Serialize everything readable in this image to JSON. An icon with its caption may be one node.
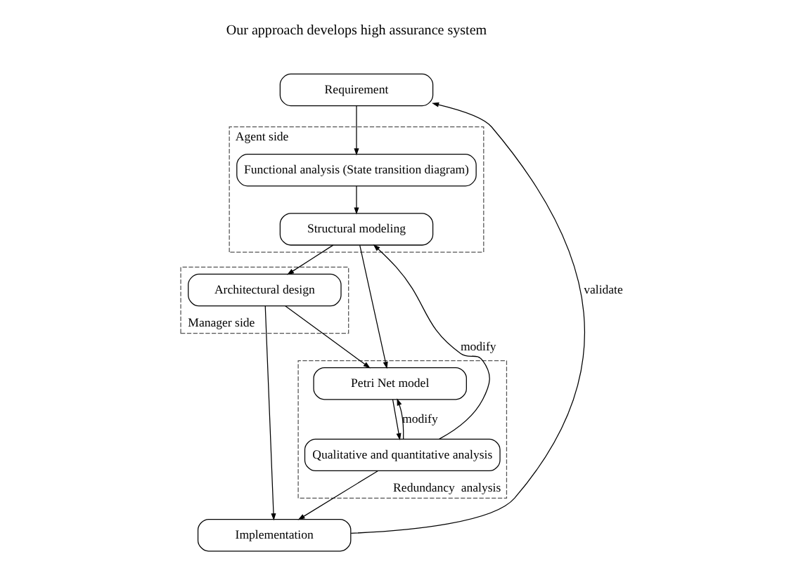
{
  "diagram": {
    "nodes": [
      {
        "text": [
          "Requirement"
        ]
      },
      {
        "text": [
          "Agent side"
        ]
      },
      {
        "text": [
          "Functional analysis (State transition diagram)"
        ],
        "in": 1
      },
      {
        "text": [
          "Structural modeling"
        ],
        "in": 1
      },
      {
        "text": [
          "Manager side"
        ]
      },
      {
        "text": [
          "Architectural design"
        ],
        "in": 4
      },
      {
        "text": [
          "Redundancy  analysis"
        ]
      },
      {
        "text": [
          "Petri Net model"
        ],
        "in": 6
      },
      {
        "text": [
          "Qualitative and quantitative analysis"
        ],
        "in": 6
      },
      {
        "text": [
          "Implementation"
        ]
      }
    ],
    "edges": [
      {
        "from": 0,
        "to": 2,
        "arrow": "to"
      },
      {
        "from": 2,
        "to": 3,
        "arrow": "to"
      },
      {
        "from": 3,
        "to": 5,
        "arrow": "to"
      },
      {
        "from": 3,
        "to": 7,
        "arrow": "to"
      },
      {
        "from": 5,
        "to": 7,
        "arrow": "to"
      },
      {
        "from": 7,
        "to": 8,
        "arrow": "to"
      },
      {
        "from": 5,
        "to": 9,
        "arrow": "to"
      },
      {
        "from": 8,
        "to": 9,
        "arrow": "to"
      },
      {
        "from": 8,
        "to": 3,
        "arrow": "to",
        "label": "modify"
      },
      {
        "from": 8,
        "to": 7,
        "arrow": "to",
        "label": "modify"
      },
      {
        "from": 9,
        "to": 0,
        "arrow": "to",
        "label": "validate"
      }
    ],
    "labels": [
      "Our approach develops high assurance system"
    ]
  }
}
